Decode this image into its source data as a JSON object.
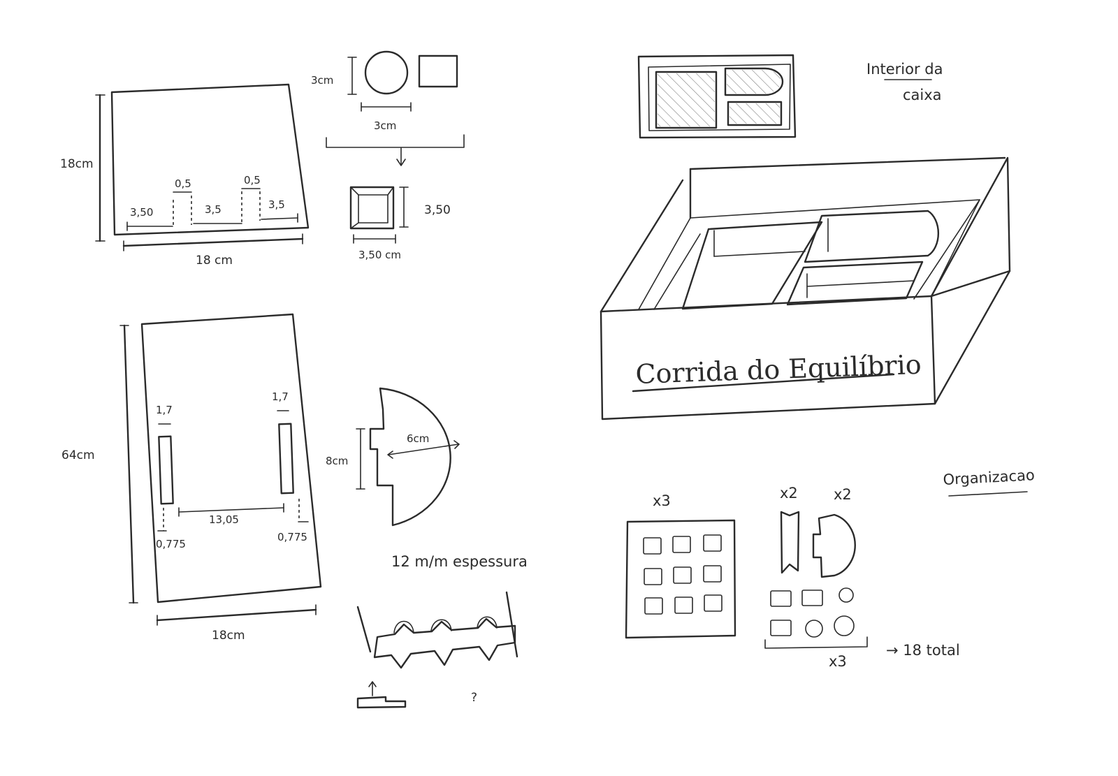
{
  "panel_top": {
    "height": "18cm",
    "width": "18 cm",
    "seg_left": "3,50",
    "gap_left": "0,5",
    "seg_mid": "3,5",
    "gap_right": "0,5",
    "seg_right": "3,5"
  },
  "pieces": {
    "size_v": "3cm",
    "size_h": "3cm",
    "holder_h": "3,50",
    "holder_w": "3,50 cm"
  },
  "panel_bottom": {
    "height": "64cm",
    "slot_w_left": "1,7",
    "slot_w_right": "1,7",
    "between": "13,05",
    "margin_left": "0,775",
    "margin_right": "0,775",
    "width": "18cm"
  },
  "half_disc": {
    "notch": "8cm",
    "radius": "6cm"
  },
  "thickness": {
    "label": "12 m/m espessura",
    "question": "?"
  },
  "interior": {
    "title_line1": "Interior da",
    "title_line2": "caixa"
  },
  "box": {
    "title": "Corrida do Equilíbrio"
  },
  "organization": {
    "title": "Organizacao",
    "board_count": "x3",
    "bar_count": "x2",
    "disc_count": "x2",
    "group_count": "x3",
    "total": "→ 18 total"
  }
}
